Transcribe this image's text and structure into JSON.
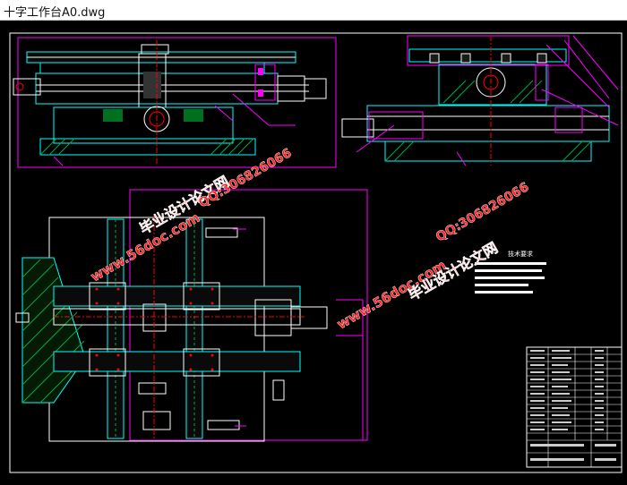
{
  "window": {
    "title": "十字工作台A0.dwg"
  },
  "colors": {
    "background": "#000000",
    "frame": "#ffffff",
    "line_cyan": "#00ffff",
    "line_magenta": "#ff00ff",
    "line_green": "#00ff00",
    "line_red": "#ff0000",
    "line_yellow": "#ffff00",
    "watermark": "#ff2020"
  },
  "drawing": {
    "notes_heading": "技术要求",
    "watermarks": [
      {
        "text": "www.56doc.com"
      },
      {
        "text": "毕业设计论文网"
      },
      {
        "text": "QQ:306826066"
      }
    ]
  }
}
